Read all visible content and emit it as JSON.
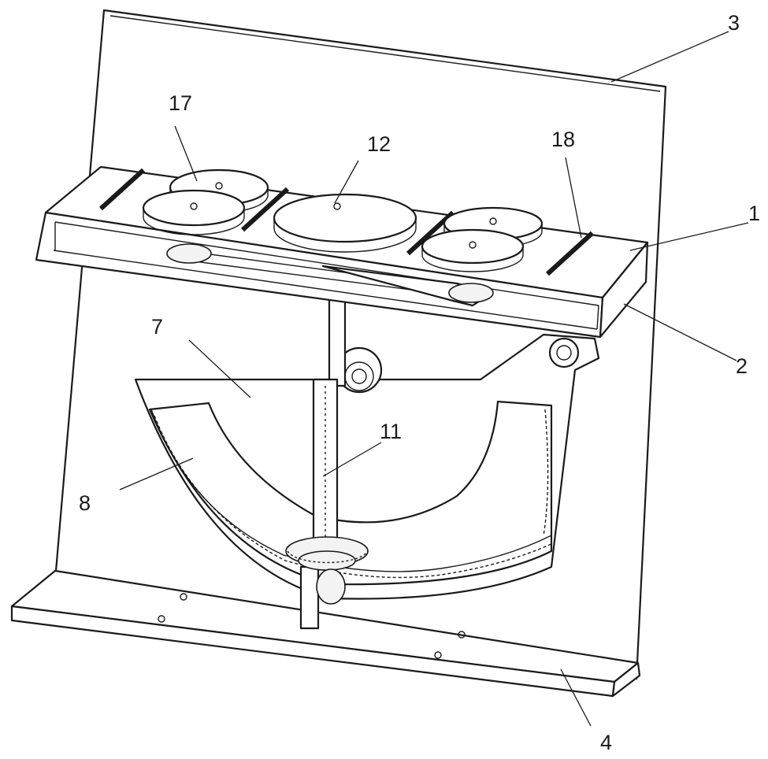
{
  "labels": {
    "l1": "1",
    "l2": "2",
    "l3": "3",
    "l4": "4",
    "l7": "7",
    "l8": "8",
    "l11": "11",
    "l12": "12",
    "l17": "17",
    "l18": "18"
  },
  "colors": {
    "line": "#1a1a1a",
    "fill": "#ffffff",
    "shade": "#f3f3f3"
  }
}
